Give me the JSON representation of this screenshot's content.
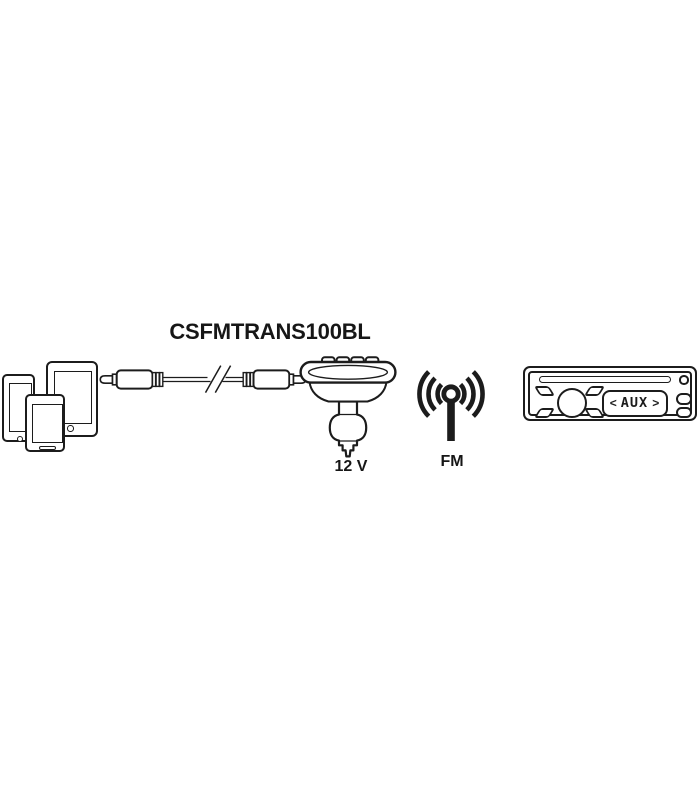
{
  "page": {
    "background_color": "#ffffff",
    "line_color": "#1c1c1c"
  },
  "diagram": {
    "title": "CSFMTRANS100BL",
    "devices": {
      "icons": [
        "tablet-icon",
        "smartphone-icon",
        "smartphone-icon"
      ]
    },
    "cable": {
      "icon": "aux-jack-cable-icon"
    },
    "transmitter": {
      "icon": "fm-transmitter-car-plug-icon",
      "label": "12 V"
    },
    "signal": {
      "icon": "fm-antenna-icon",
      "label": "FM"
    },
    "stereo": {
      "icon": "car-stereo-icon",
      "display": {
        "left_bracket": "<",
        "value": "AUX",
        "right_bracket": ">"
      }
    }
  }
}
